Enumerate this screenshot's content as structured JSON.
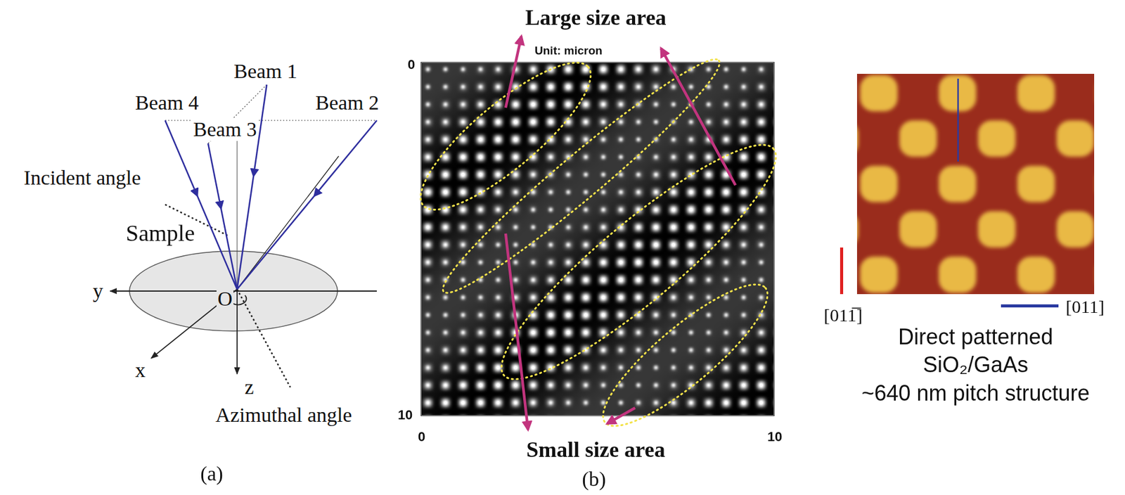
{
  "diagram": {
    "labels": [
      "Beam 1",
      "Beam 4",
      "Beam 2",
      "Beam 3",
      "Incident angle",
      "Sample",
      "y",
      "O",
      "x",
      "z",
      "Azimuthal angle",
      "(a)",
      "Large size area",
      "Unit: micron",
      "0",
      "10",
      "0",
      "10",
      "Small size area",
      "(b)",
      "[011̅]",
      "[011]",
      "Direct patterned",
      "SiO₂/GaAs",
      "~640 nm pitch structure"
    ]
  }
}
